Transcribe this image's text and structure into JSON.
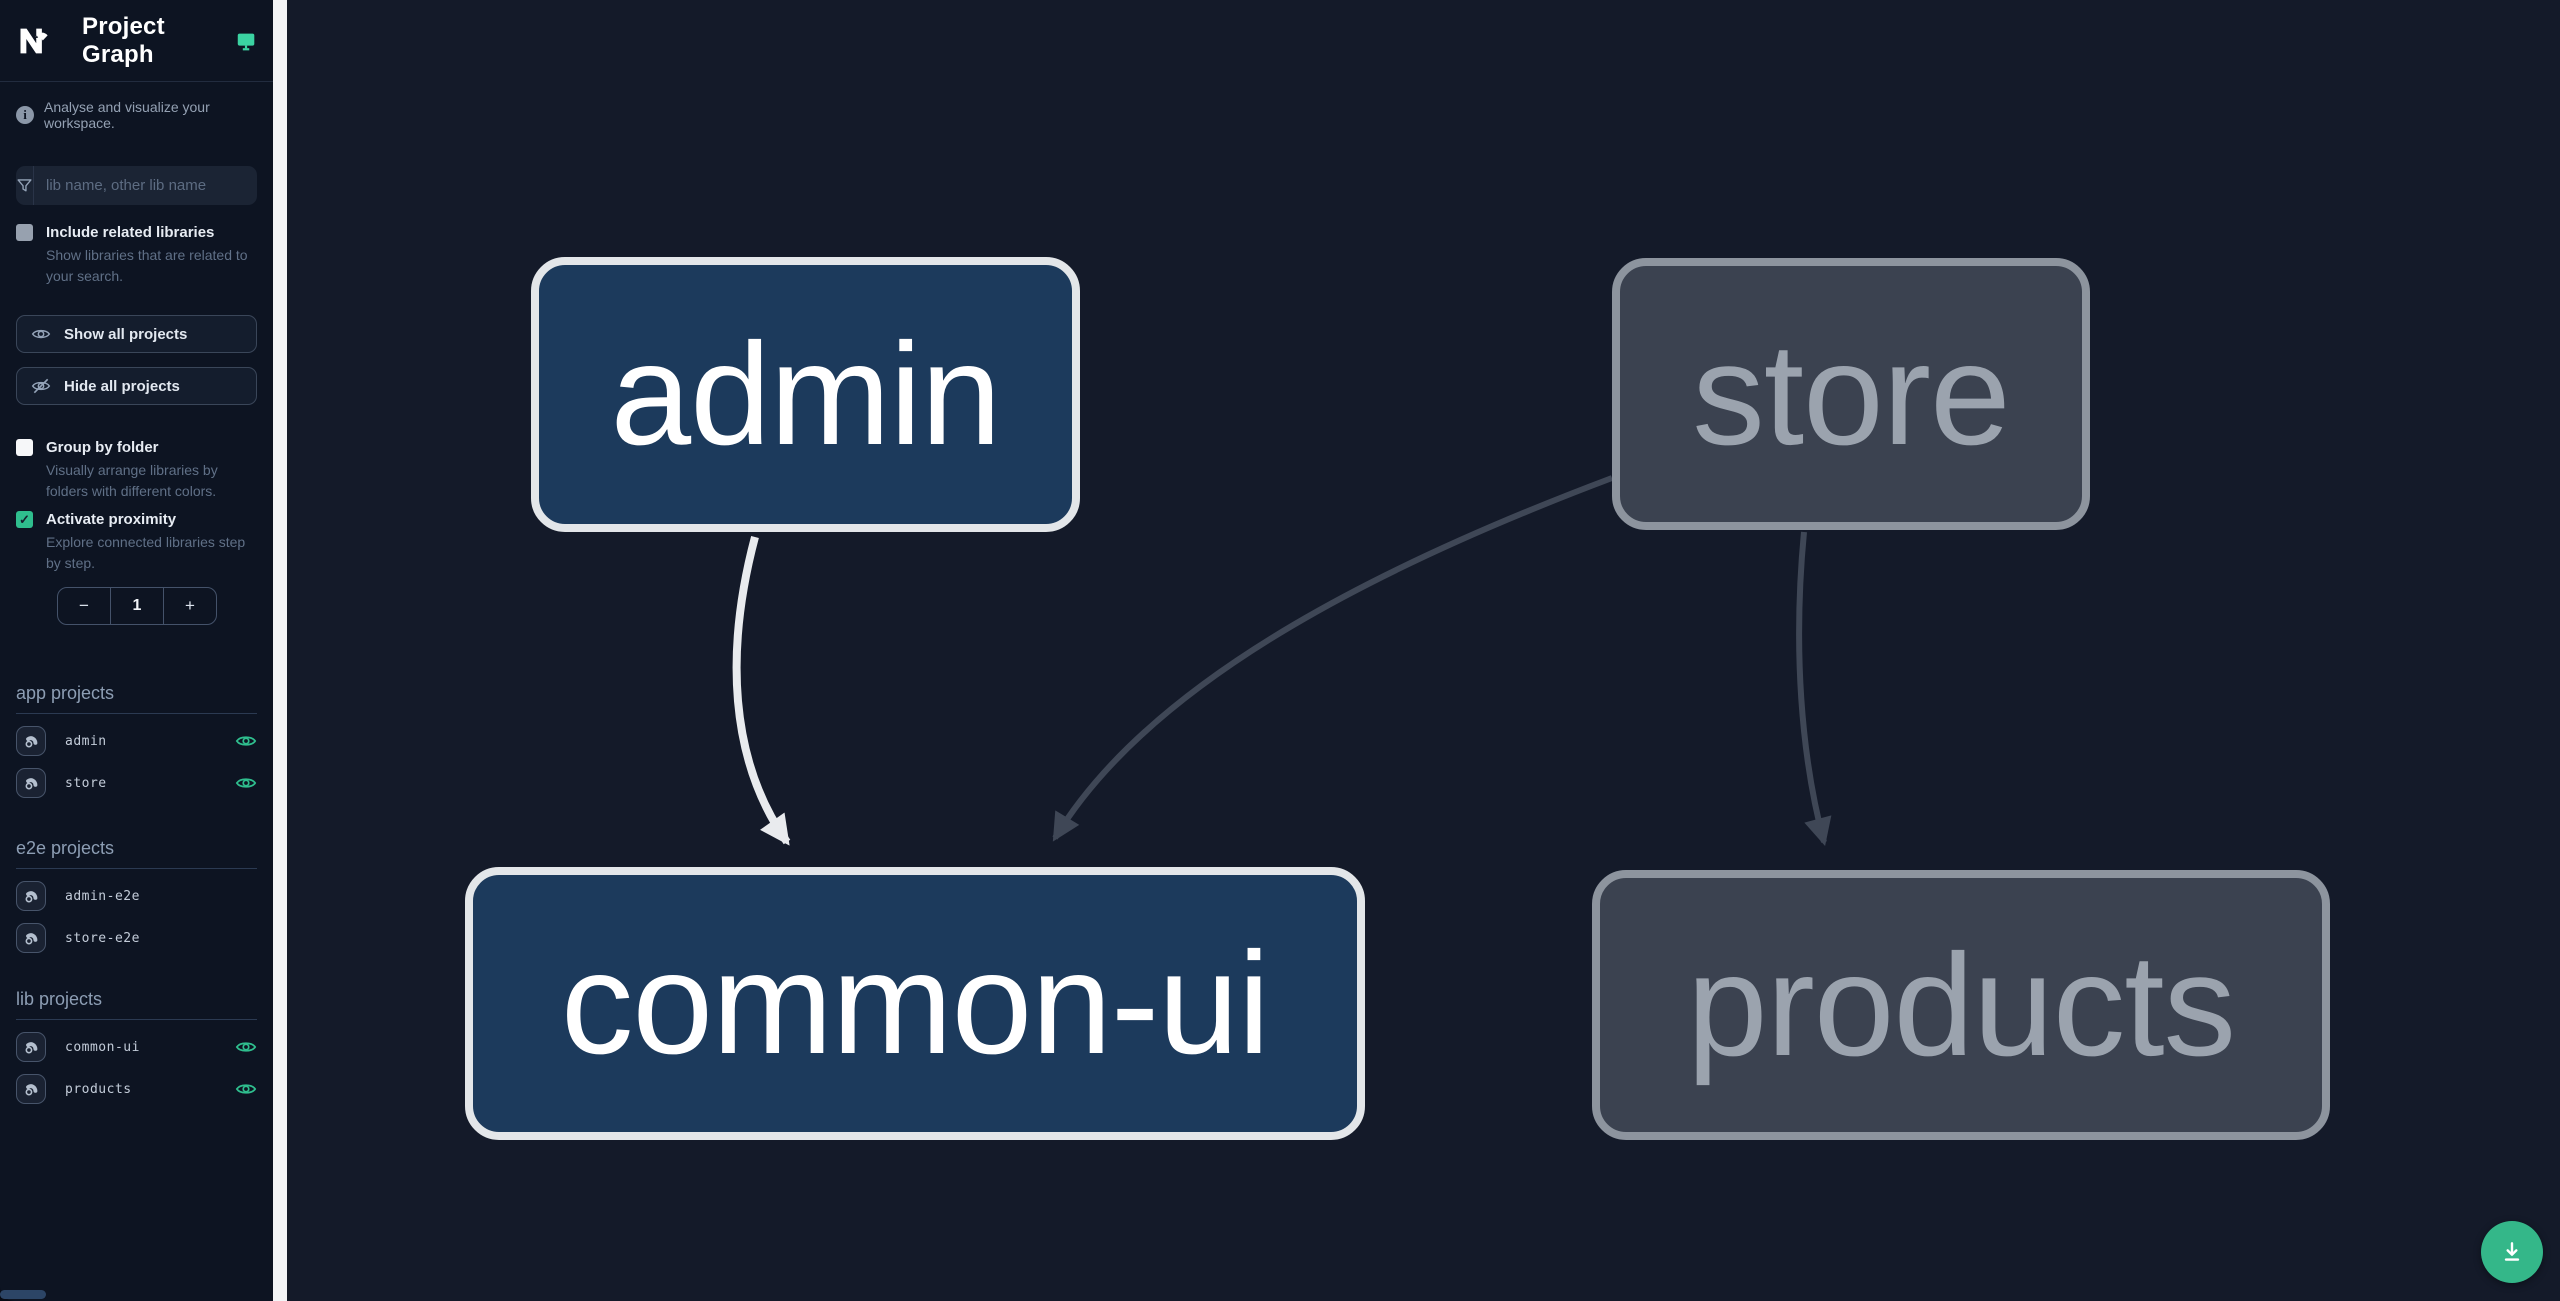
{
  "header": {
    "title": "Project Graph"
  },
  "sidebar": {
    "tagline": "Analyse and visualize your workspace.",
    "info_icon_glyph": "i",
    "search": {
      "placeholder": "lib name, other lib name",
      "value": ""
    },
    "checkboxes": [
      {
        "label": "Include related libraries",
        "description": "Show libraries that are related to your search.",
        "checked": false
      },
      {
        "label": "Group by folder",
        "description": "Visually arrange libraries by folders with different colors.",
        "checked": false
      },
      {
        "label": "Activate proximity",
        "description": "Explore connected libraries step by step.",
        "checked": true,
        "check_glyph": "✓"
      }
    ],
    "buttons": [
      {
        "label": "Show all projects"
      },
      {
        "label": "Hide all projects"
      }
    ],
    "stepper": {
      "decrement": "−",
      "value": "1",
      "increment": "+"
    },
    "sections": [
      {
        "title": "app projects",
        "items": [
          {
            "name": "admin",
            "visible": true
          },
          {
            "name": "store",
            "visible": true
          }
        ]
      },
      {
        "title": "e2e projects",
        "items": [
          {
            "name": "admin-e2e",
            "visible": false
          },
          {
            "name": "store-e2e",
            "visible": false
          }
        ]
      },
      {
        "title": "lib projects",
        "items": [
          {
            "name": "common-ui",
            "visible": true
          },
          {
            "name": "products",
            "visible": true
          }
        ]
      }
    ]
  },
  "graph": {
    "nodes": [
      {
        "id": "admin",
        "label": "admin",
        "state": "focused"
      },
      {
        "id": "store",
        "label": "store",
        "state": "muted"
      },
      {
        "id": "common-ui",
        "label": "common-ui",
        "state": "focused"
      },
      {
        "id": "products",
        "label": "products",
        "state": "muted"
      }
    ],
    "edges": [
      {
        "from": "admin",
        "to": "common-ui",
        "state": "focused"
      },
      {
        "from": "store",
        "to": "common-ui",
        "state": "muted"
      },
      {
        "from": "store",
        "to": "products",
        "state": "muted"
      }
    ]
  },
  "colors": {
    "accent_green": "#2fbe8e",
    "download_button_green": "#34b789",
    "sidebar_bg": "#0d1422",
    "canvas_bg": "#141a29",
    "node_focused_fill": "#1c3a5c",
    "node_focused_border": "#e3e6e9",
    "node_muted_fill": "#3b4250",
    "node_muted_border": "#8d949e",
    "edge_focused": "#e9ebee",
    "edge_muted": "#3f4756",
    "resizer": "#f4f5f7"
  }
}
